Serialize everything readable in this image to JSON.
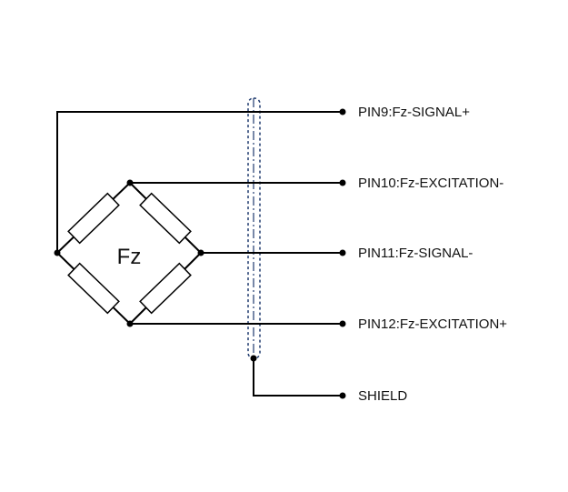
{
  "bridge": {
    "label": "Fz"
  },
  "pins": [
    {
      "label": "PIN9:Fz-SIGNAL+"
    },
    {
      "label": "PIN10:Fz-EXCITATION-"
    },
    {
      "label": "PIN11:Fz-SIGNAL-"
    },
    {
      "label": "PIN12:Fz-EXCITATION+"
    },
    {
      "label": "SHIELD"
    }
  ],
  "colors": {
    "wire": "#000000",
    "shield": "#1f3a6e"
  }
}
